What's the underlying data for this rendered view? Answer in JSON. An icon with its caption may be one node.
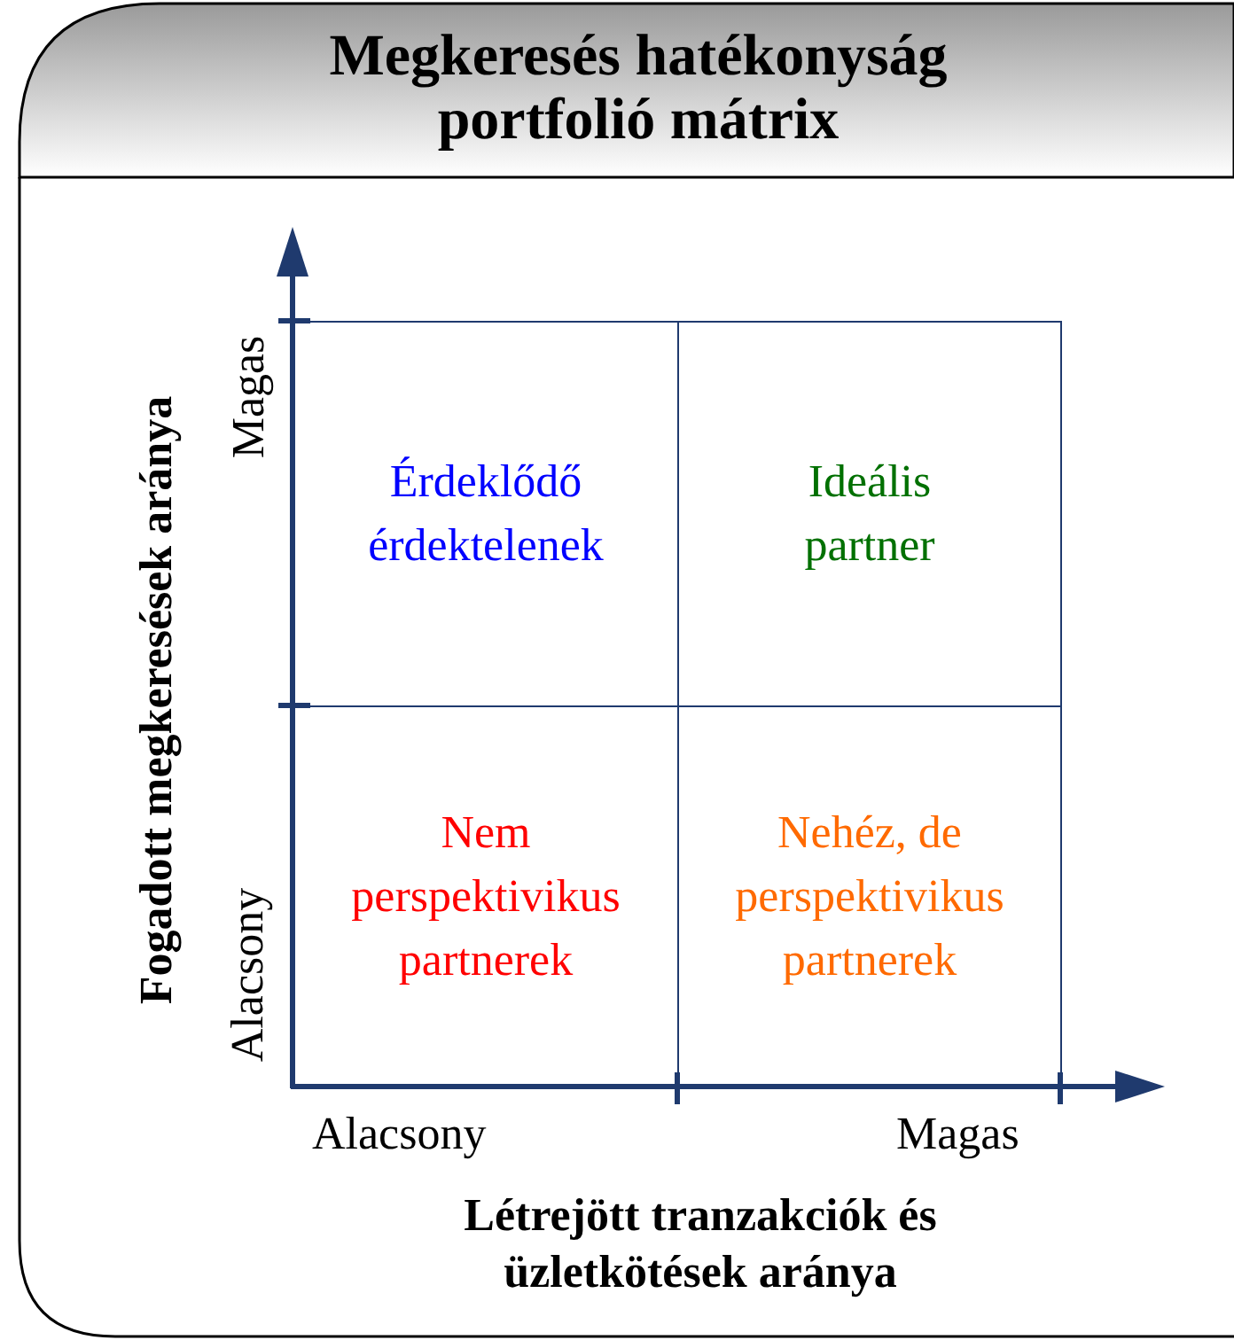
{
  "diagram": {
    "title": "Megkeresés hatékonyság portfolió mátrix",
    "nodes": [
      {
        "text": [
          "Érdeklődő érdektelenek"
        ]
      },
      {
        "text": [
          "Ideális partner"
        ]
      },
      {
        "text": [
          "Nem perspektivikus partnerek"
        ]
      },
      {
        "text": [
          "Nehéz, de perspektivikus partnerek"
        ]
      }
    ],
    "labels": [
      "Fogadott megkeresések aránya",
      "Magas",
      "Alacsony",
      "Alacsony",
      "Magas",
      "Létrejött tranzakciók és üzletkötések aránya"
    ]
  }
}
